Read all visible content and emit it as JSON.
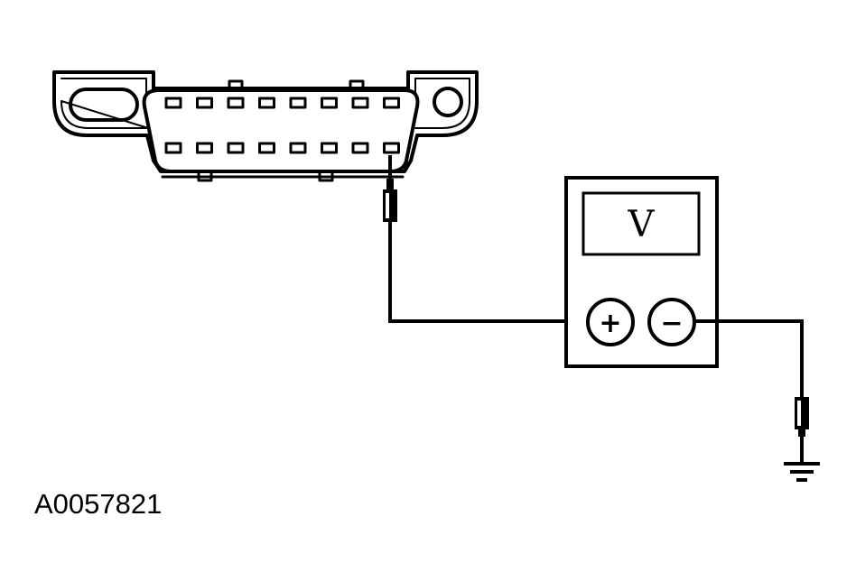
{
  "figure": {
    "id_label": "A0057821"
  },
  "meter": {
    "display_symbol": "V",
    "terminal_positive": "+",
    "terminal_negative": "−"
  },
  "connector": {
    "pin_rows": 2,
    "pins_per_row": 8
  },
  "icons": [
    "ground-icon",
    "probe-icon"
  ],
  "colors": {
    "line": "#000000",
    "background": "#ffffff"
  }
}
